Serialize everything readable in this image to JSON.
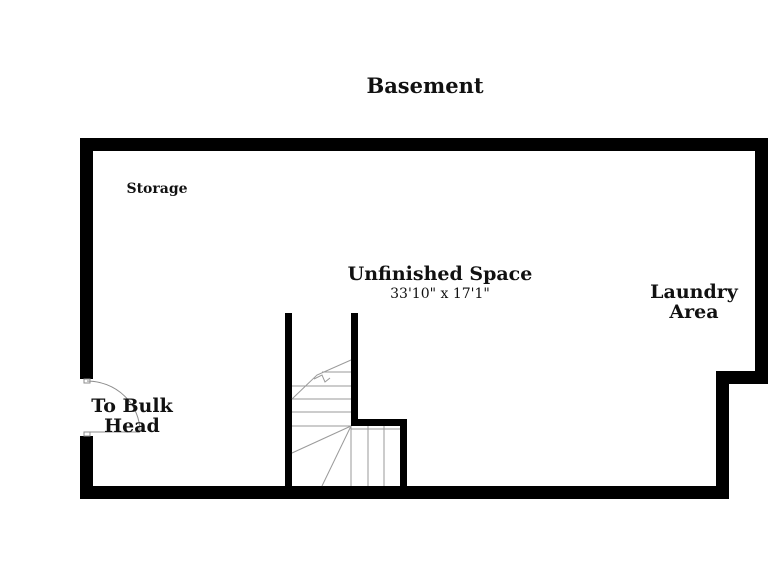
{
  "title": "Basement",
  "rooms": {
    "storage": "Storage",
    "unfinished_name": "Unfinished Space",
    "unfinished_dims": "33'10\" x 17'1\"",
    "laundry_line1": "Laundry",
    "laundry_line2": "Area",
    "bulkhead_line1": "To Bulk",
    "bulkhead_line2": "Head"
  },
  "colors": {
    "wall": "#000000",
    "stair_line": "#9a9a9a",
    "door_line": "#8c8c8c"
  }
}
